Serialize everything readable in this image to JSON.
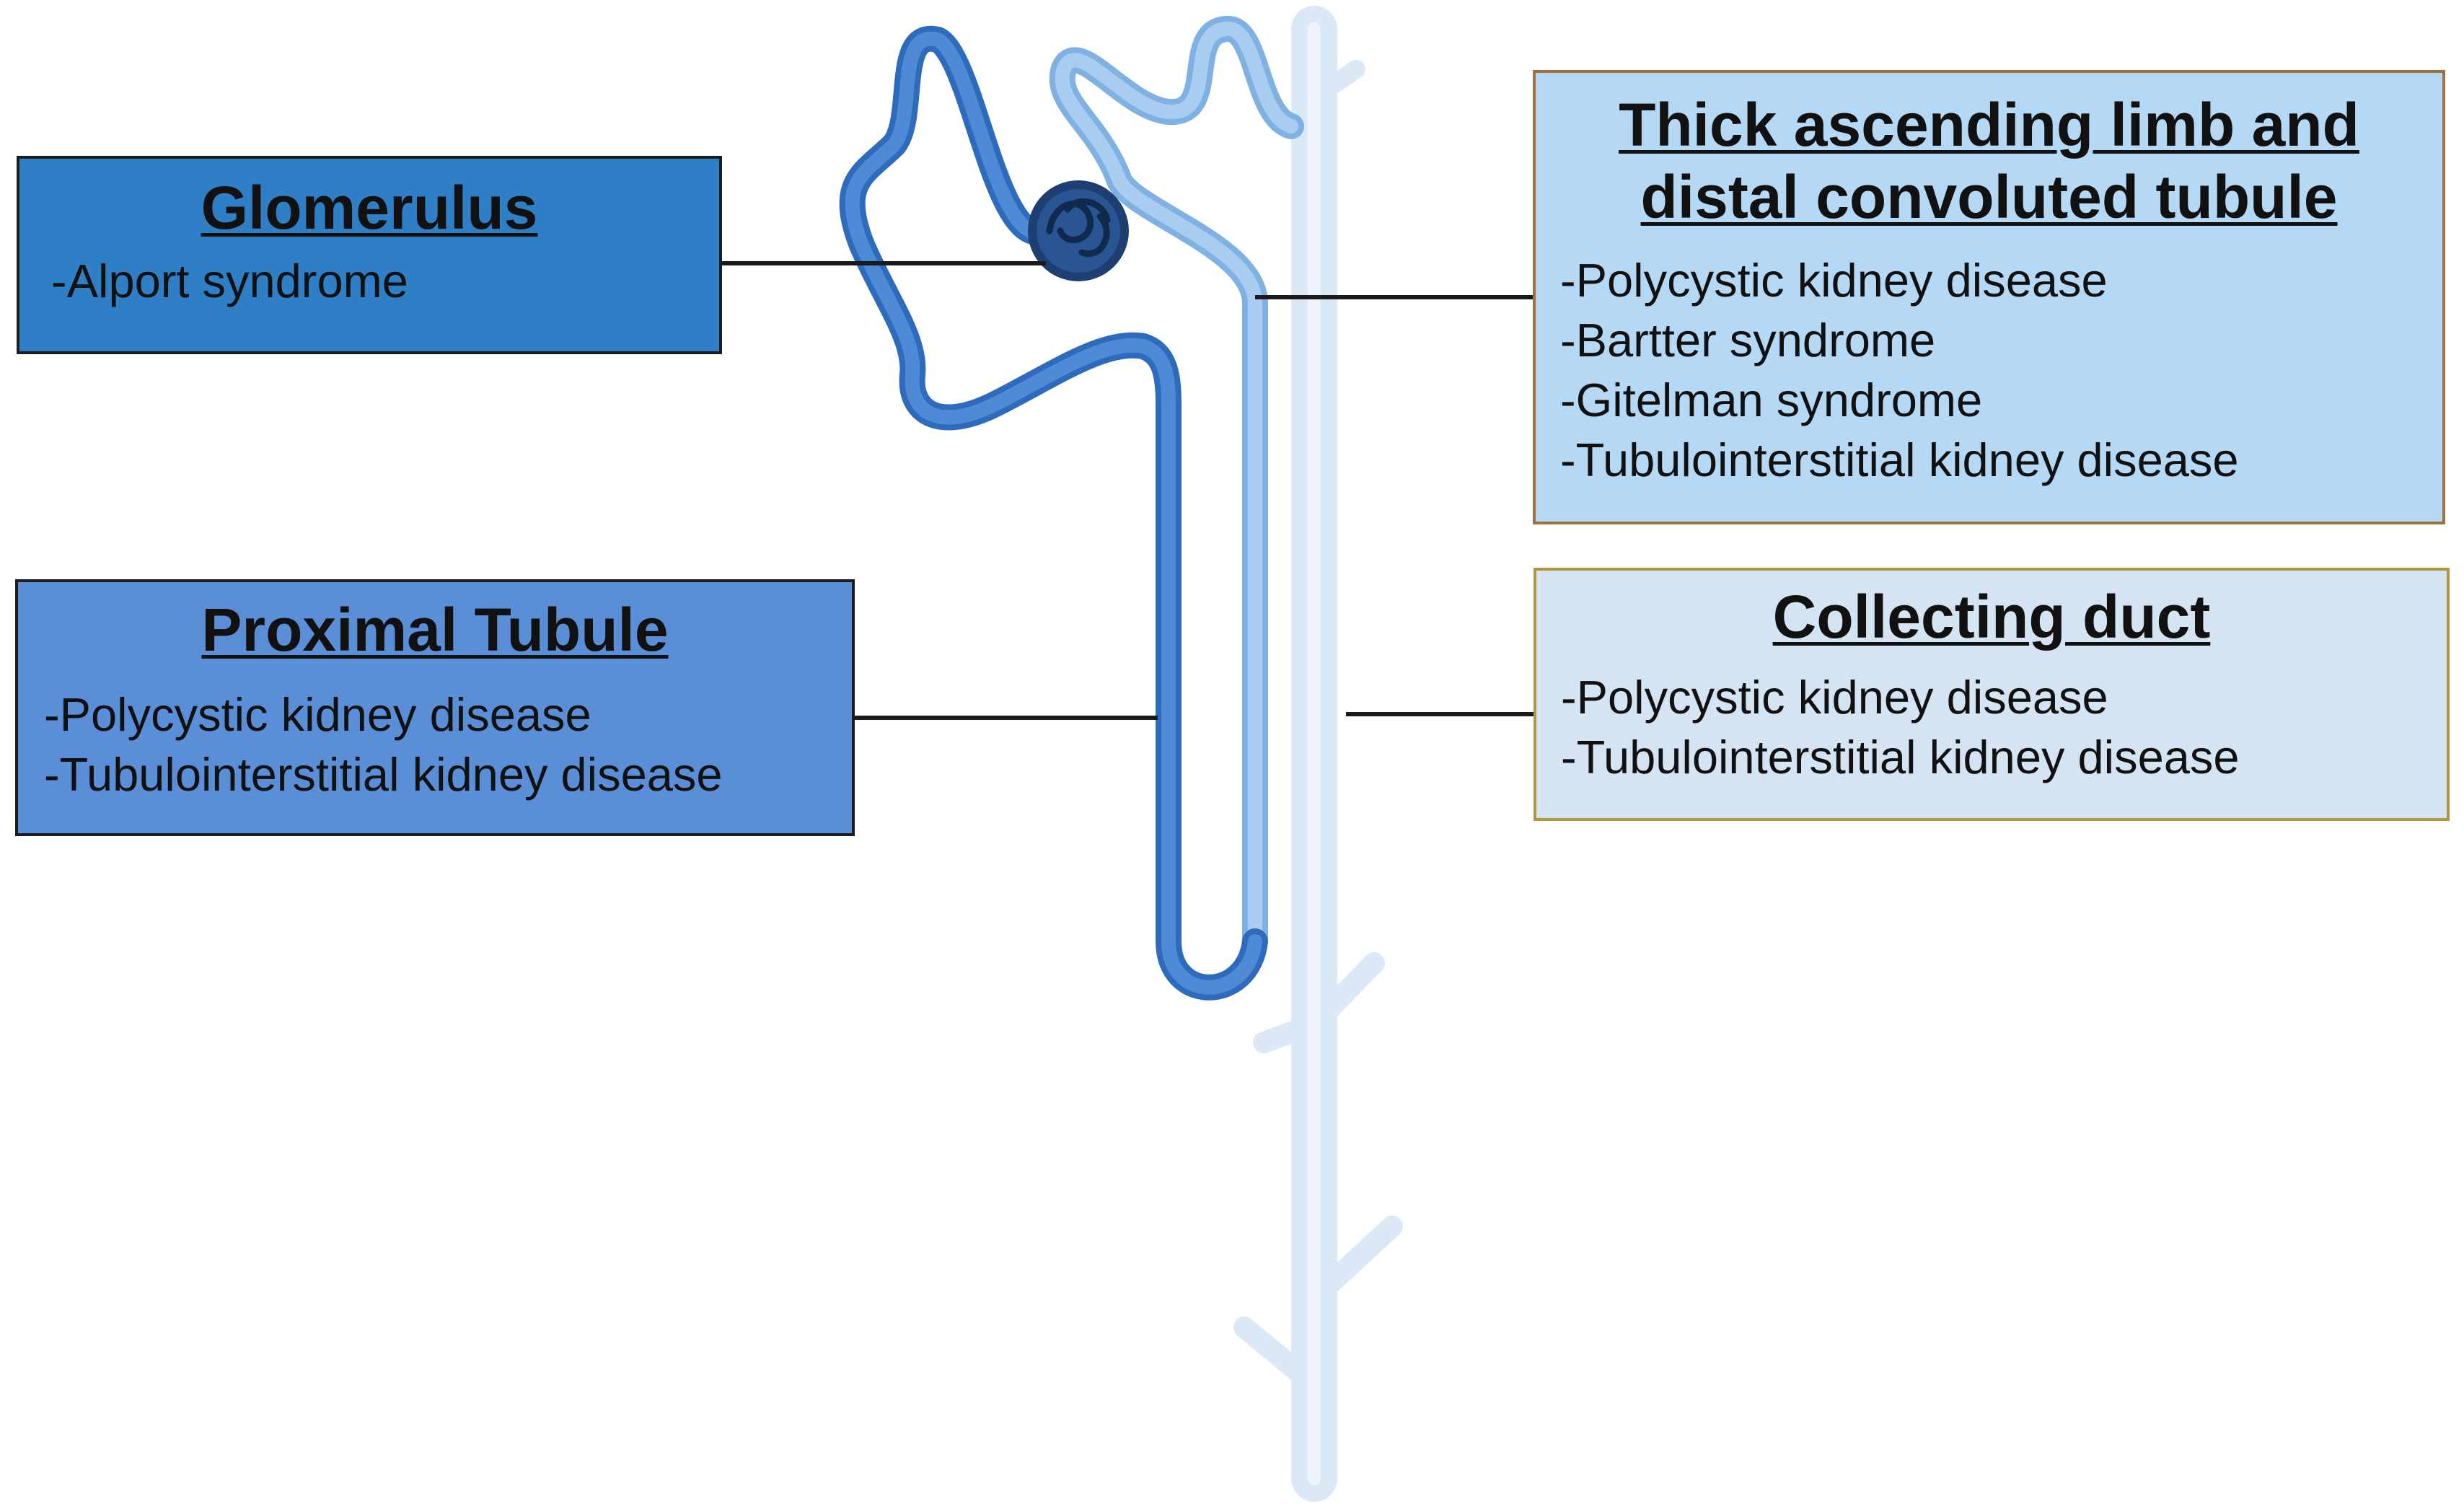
{
  "colors": {
    "background": "#ffffff",
    "glomerulus_box": "#2f7fc6",
    "proximal_box": "#5a8fd8",
    "thick_ascending_box": "#b5d8f4",
    "collecting_duct_box": "#d5e4f2",
    "proximal_tubule_tube": "#3a78cc",
    "distal_tubule_tube": "#8fbde8",
    "collecting_duct_tube": "#dbe9f7",
    "glomerulus_node": "#1f3f73",
    "connector_line": "#1a1a1a"
  },
  "boxes": {
    "glomerulus": {
      "title": "Glomerulus",
      "items": [
        "-Alport syndrome"
      ]
    },
    "proximal_tubule": {
      "title": "Proximal Tubule",
      "items": [
        "-Polycystic kidney disease",
        "-Tubulointerstitial kidney disease"
      ]
    },
    "thick_ascending_limb": {
      "title_line1": "Thick ascending limb and",
      "title_line2": "distal convoluted tubule",
      "items": [
        "-Polycystic kidney disease",
        "-Bartter syndrome",
        "-Gitelman syndrome",
        "-Tubulointerstitial kidney disease"
      ]
    },
    "collecting_duct": {
      "title": "Collecting duct",
      "items": [
        "-Polycystic kidney disease",
        "-Tubulointerstitial kidney disease"
      ]
    }
  }
}
